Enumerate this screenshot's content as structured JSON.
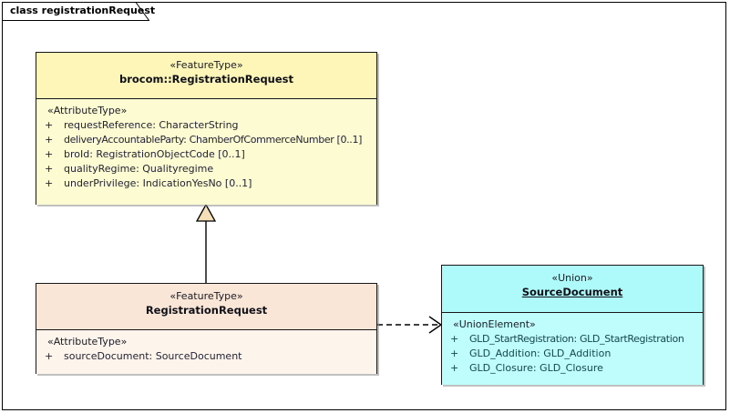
{
  "diagram": {
    "tab_label": "class registrationRequest",
    "background": "#ffffff",
    "border_color": "#000000"
  },
  "classes": [
    {
      "id": "brocom-registration-request",
      "stereotype": "«FeatureType»",
      "name": "brocom::RegistrationRequest",
      "name_underlined": false,
      "fill": "#fdf8c8",
      "compartment_stereotype": "«AttributeType»",
      "attributes": [
        {
          "visibility": "+",
          "text": "requestReference: CharacterString"
        },
        {
          "visibility": "+",
          "text": "deliveryAccountableParty: ChamberOfCommerceNumber [0..1]"
        },
        {
          "visibility": "+",
          "text": "broId: RegistrationObjectCode [0..1]"
        },
        {
          "visibility": "+",
          "text": "qualityRegime: Qualityregime"
        },
        {
          "visibility": "+",
          "text": "underPrivilege: IndicationYesNo [0..1]"
        }
      ]
    },
    {
      "id": "registration-request",
      "stereotype": "«FeatureType»",
      "name": "RegistrationRequest",
      "name_underlined": false,
      "fill": "#fbeadd",
      "compartment_stereotype": "«AttributeType»",
      "attributes": [
        {
          "visibility": "+",
          "text": "sourceDocument: SourceDocument"
        }
      ]
    },
    {
      "id": "source-document",
      "stereotype": "«Union»",
      "name": "SourceDocument",
      "name_underlined": true,
      "fill": "#aefafa",
      "compartment_stereotype": "«UnionElement»",
      "attributes": [
        {
          "visibility": "+",
          "text": "GLD_StartRegistration: GLD_StartRegistration"
        },
        {
          "visibility": "+",
          "text": "GLD_Addition: GLD_Addition"
        },
        {
          "visibility": "+",
          "text": "GLD_Closure: GLD_Closure"
        }
      ]
    }
  ],
  "connectors": [
    {
      "id": "generalization",
      "kind": "generalization",
      "from": "registration-request",
      "to": "brocom-registration-request",
      "line_style": "solid",
      "arrow": "hollow-triangle"
    },
    {
      "id": "dependency",
      "kind": "dependency",
      "from": "registration-request",
      "to": "source-document",
      "line_style": "dashed",
      "arrow": "open-arrow"
    }
  ]
}
